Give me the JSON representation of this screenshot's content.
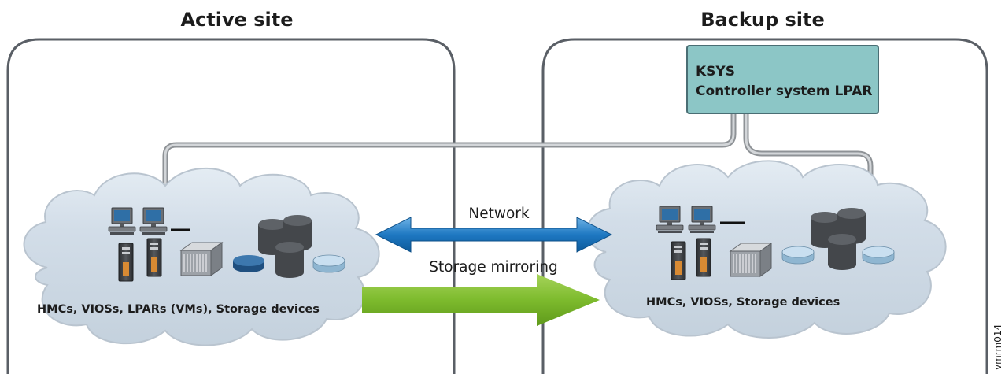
{
  "sites": {
    "active": {
      "title": "Active site"
    },
    "backup": {
      "title": "Backup site"
    }
  },
  "ksys": {
    "line1": "KSYS",
    "line2": "Controller system LPAR"
  },
  "links": {
    "network": "Network",
    "storage": "Storage mirroring"
  },
  "clouds": {
    "active": {
      "label": "HMCs, VIOSs, LPARs (VMs), Storage devices"
    },
    "backup": {
      "label": "HMCs, VIOSs, Storage devices"
    }
  },
  "figure_id": "vmrm014",
  "colors": {
    "site_border": "#5a5f66",
    "cloud_fill": "#cfdbe6",
    "cloud_stroke": "#b9c4cf",
    "ksys_fill": "#8cc6c6",
    "ksys_stroke": "#4a6e74",
    "network_arrow": "#1e78c2",
    "storage_arrow": "#7dbb2d",
    "cable": "#b3b7bb",
    "storage_disk": "#4a4d52",
    "disk_blue": "#9fc4dc"
  }
}
